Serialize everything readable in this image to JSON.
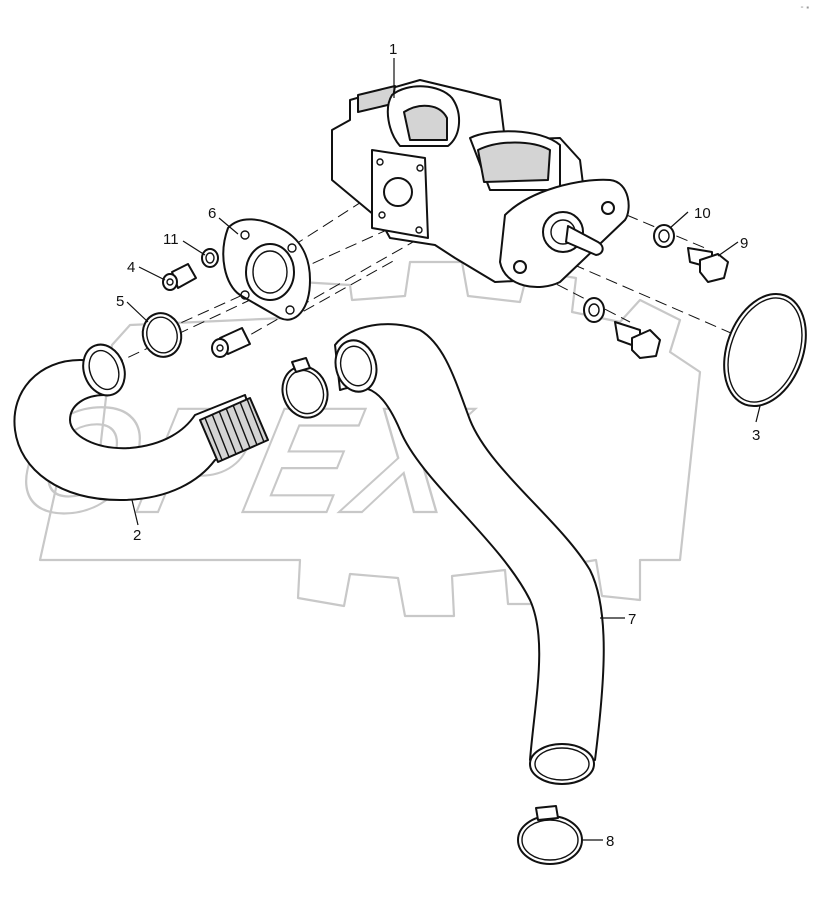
{
  "watermark": {
    "text": "OPEX"
  },
  "corner_mark": "⁃ ▪",
  "callouts": [
    {
      "id": "c1",
      "label": "1"
    },
    {
      "id": "c2",
      "label": "2"
    },
    {
      "id": "c3",
      "label": "3"
    },
    {
      "id": "c4",
      "label": "4"
    },
    {
      "id": "c5",
      "label": "5"
    },
    {
      "id": "c6",
      "label": "6"
    },
    {
      "id": "c7",
      "label": "7"
    },
    {
      "id": "c8",
      "label": "8"
    },
    {
      "id": "c9",
      "label": "9"
    },
    {
      "id": "c10",
      "label": "10"
    },
    {
      "id": "c11",
      "label": "11"
    }
  ]
}
